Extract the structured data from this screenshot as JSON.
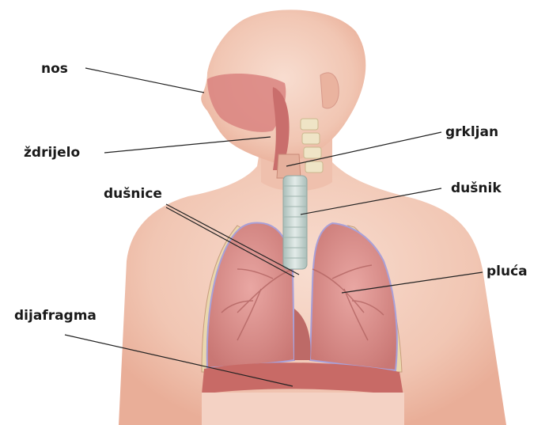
{
  "labels": {
    "nos": "nos",
    "zdrijelo": "ždrijelo",
    "grkljan": "grkljan",
    "dusnice": "dušnice",
    "dusnik": "dušnik",
    "pluca": "pluća",
    "dijafragma": "dijafragma"
  },
  "colors": {
    "skin": "#f3cdbb",
    "skin_shadow": "#e7a995",
    "lung": "#d98a88",
    "lung_edge": "#a9a0d8",
    "airway": "#c9d8d4",
    "diaphragm": "#c96a66",
    "rib": "#e9d8b0"
  }
}
